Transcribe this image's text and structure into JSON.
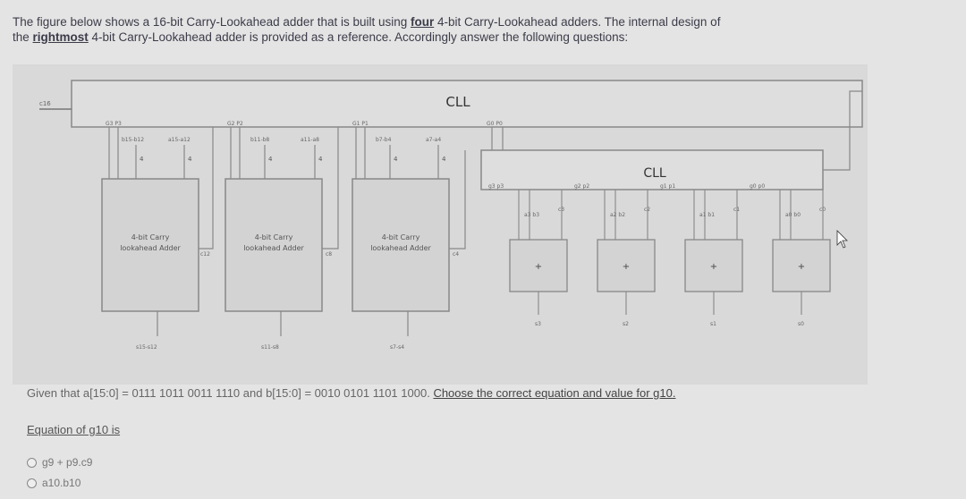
{
  "header": {
    "line1_pre": "The figure below shows a 16-bit Carry-Lookahead adder that is built  using ",
    "line1_u": "four",
    "line1_post": " 4-bit Carry-Lookahead adders. The internal design of",
    "line2_pre": "the ",
    "line2_u": "rightmost",
    "line2_post": " 4-bit Carry-Lookahead adder is provided as a reference. Accordingly answer the following questions:"
  },
  "figure": {
    "cll_top": "CLL",
    "cll_inner": "CLL",
    "c16": "c16",
    "gp_labels": [
      "G3  P3",
      "G2  P2",
      "G1  P1",
      "G0  P0"
    ],
    "ab_labels": [
      "b15-b12",
      "a15-a12",
      "b11-b8",
      "a11-a8",
      "b7-b4",
      "a7-a4"
    ],
    "bus_width": "4",
    "adder_line1": "4-bit Carry",
    "adder_line2": [
      "lookahead Adder",
      "lookahead Adder",
      "lookahead Adder"
    ],
    "carry_labels": [
      "c12",
      "c8",
      "c4"
    ],
    "sum_labels": [
      "s15-s12",
      "s11-s8",
      "s7-s4"
    ],
    "inner_gp": [
      "g3  p3",
      "g2  p2",
      "g1  p1",
      "g0  p0"
    ],
    "inner_ab": [
      "a3  b3",
      "a2  b2",
      "a1  b1",
      "a0  b0"
    ],
    "inner_c": [
      "c3",
      "c2",
      "c1",
      "c0"
    ],
    "plus": "+",
    "inner_s": [
      "s3",
      "s2",
      "s1",
      "s0"
    ]
  },
  "question": {
    "given": "Given that a[15:0] = 0111 1011 0011 1110 and  b[15:0] = 0010 0101 1101 1000. ",
    "choose": "Choose the correct equation and value for g10.",
    "eq_heading": "Equation of g10 is",
    "options": [
      "g9 + p9.c9",
      "a10.b10"
    ]
  }
}
